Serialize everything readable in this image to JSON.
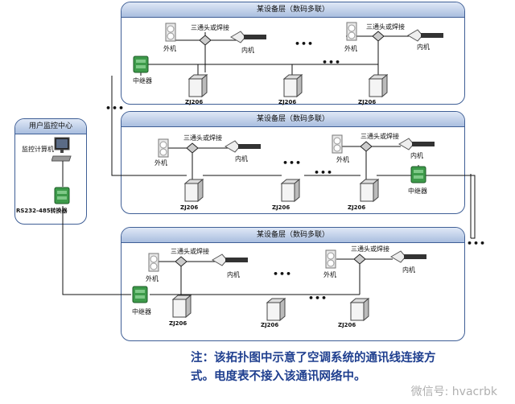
{
  "panels": {
    "title": "某设备层（数码多联）"
  },
  "monitor": {
    "title": "用户监控中心",
    "computer_label": "监控计算机",
    "converter_label": "RS232-485转换器"
  },
  "labels": {
    "outdoor": "外机",
    "indoor": "内机",
    "tee": "三通头或焊接",
    "repeater": "中继器",
    "box": "ZJ206",
    "dots": "•••"
  },
  "note": {
    "line1": "注：该拓扑图中示意了空调系统的通讯线连接方",
    "line2": "式。电度表不接入该通讯网络中。"
  },
  "watermark": "微信号: hvacrbk",
  "colors": {
    "panel_border": "#3f5f96",
    "note_text": "#1f3f8f",
    "repeater": "#3d9a4a"
  }
}
